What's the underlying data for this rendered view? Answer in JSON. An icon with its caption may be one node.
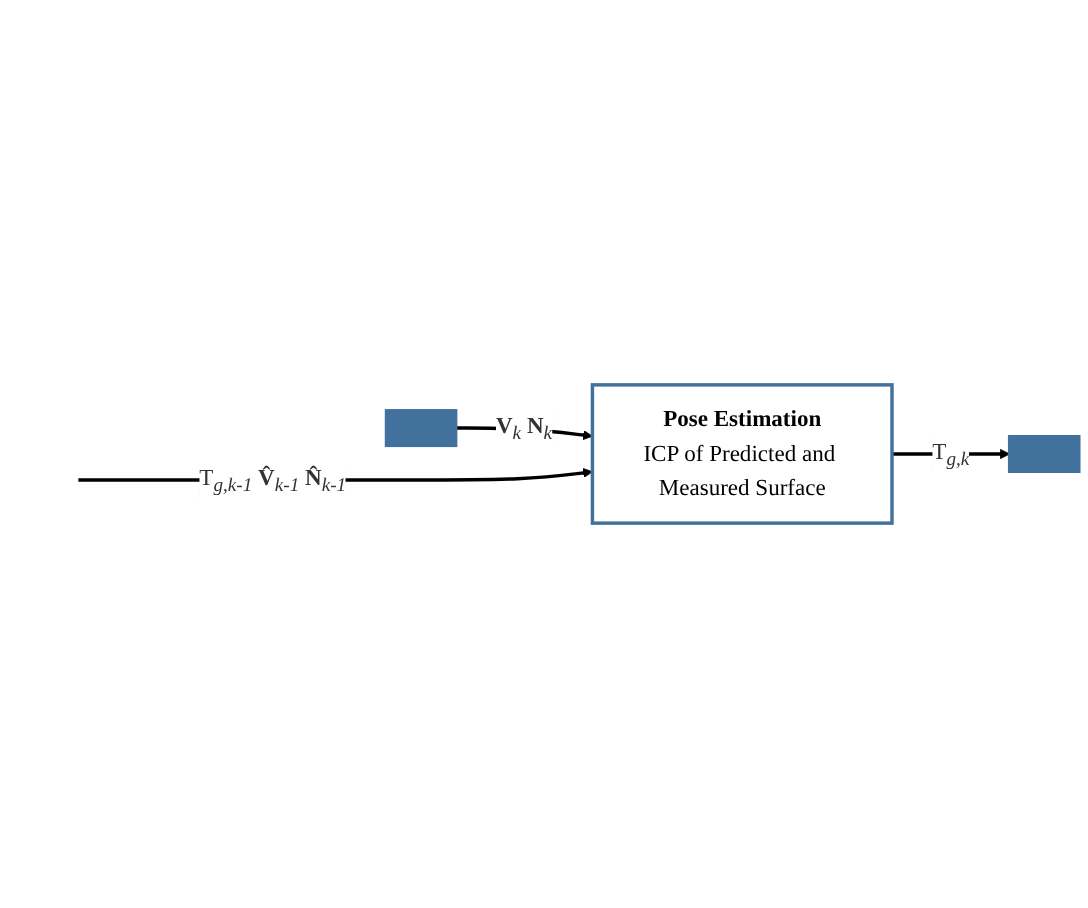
{
  "diagram": {
    "nodes": [
      {
        "text": [],
        "shape": "bar"
      },
      {
        "text": [
          "Pose Estimation",
          "ICP of Predicted and Measured Surface"
        ]
      },
      {
        "text": [],
        "shape": "bar"
      }
    ],
    "edges": [
      {
        "from": 0,
        "to": 1,
        "arrow": "to",
        "label": "**V**$_{k}$ **N**$_{k}$"
      },
      {
        "from": 1,
        "to": 2,
        "arrow": "to",
        "label": "T$_{g,k}$"
      },
      {
        "from": null,
        "to": 1,
        "arrow": "to",
        "label": "T$_{g,k-1}$ **V̂**$_{k-1}$ **N̂**$_{k-1}$"
      }
    ]
  }
}
